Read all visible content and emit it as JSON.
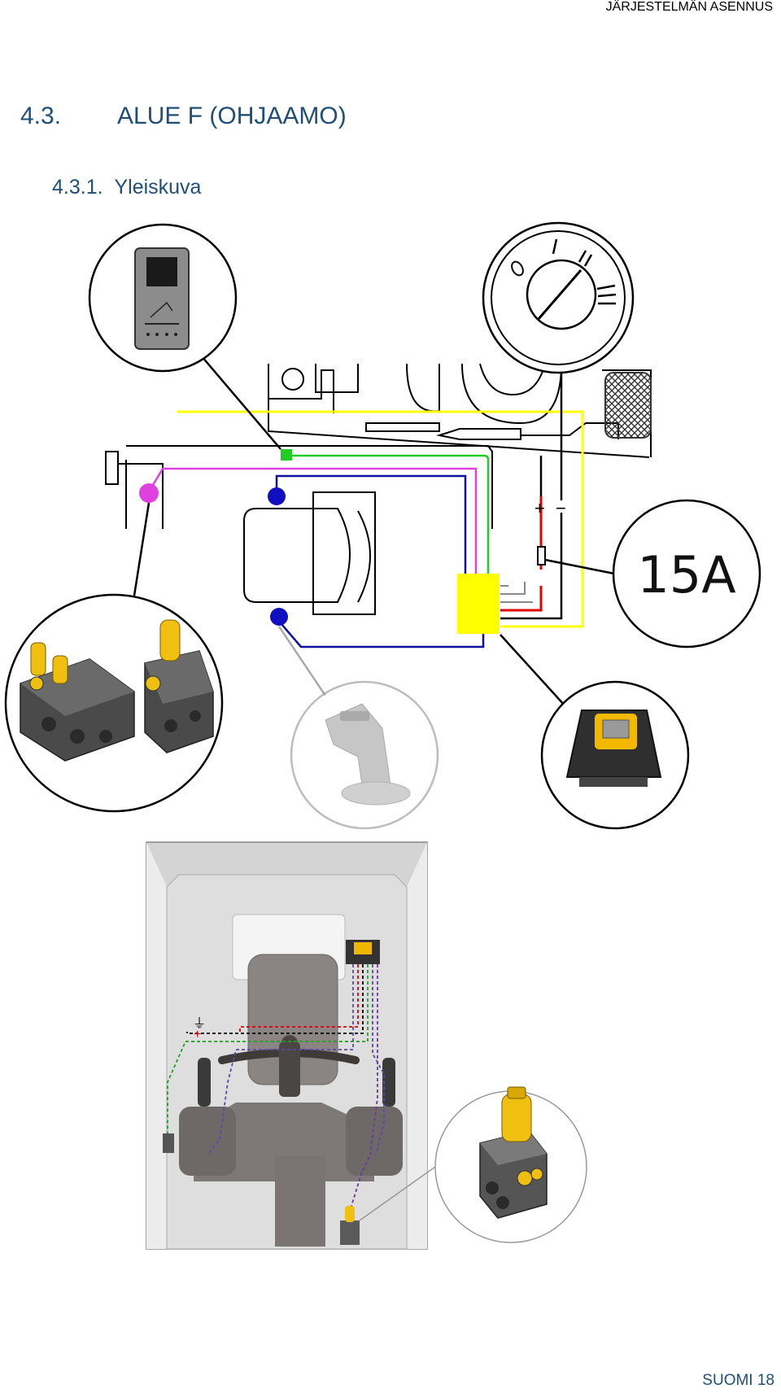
{
  "header": {
    "running_title": "JÄRJESTELMÄN ASENNUS"
  },
  "section": {
    "number": "4.3.",
    "title": "ALUE F (OHJAAMO)"
  },
  "subsection": {
    "number": "4.3.1.",
    "title": "Yleiskuva"
  },
  "diagram": {
    "fuse_label": "15A",
    "plus_sign": "+",
    "minus_sign": "−",
    "colors": {
      "yellow": "#ffff00",
      "magenta": "#e040e0",
      "blue": "#1010a0",
      "green": "#22cc22",
      "red": "#e00000",
      "black": "#000000"
    }
  },
  "footer": {
    "page_label": "SUOMI 18"
  }
}
